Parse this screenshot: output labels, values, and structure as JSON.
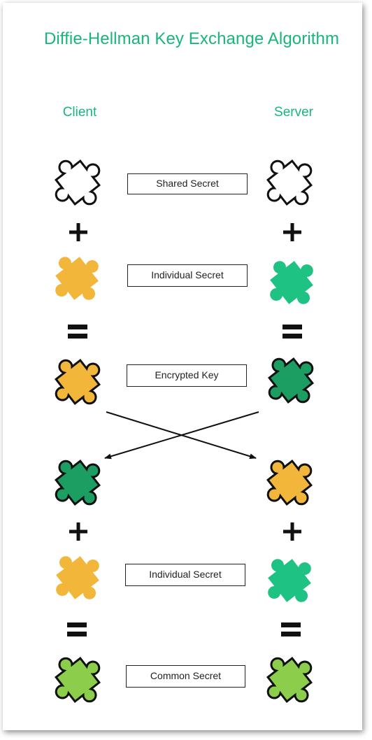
{
  "title": "Diffie-Hellman Key Exchange Algorithm",
  "columns": {
    "client": "Client",
    "server": "Server"
  },
  "labels": {
    "shared_secret": "Shared Secret",
    "individual_secret_1": "Individual Secret",
    "encrypted_key": "Encrypted Key",
    "individual_secret_2": "Individual Secret",
    "common_secret": "Common Secret"
  },
  "colors": {
    "accent": "#19b57c",
    "white_piece": "#ffffff",
    "yellow_piece": "#f2b63a",
    "teal_piece": "#1ec383",
    "dark_green_piece": "#1c9e63",
    "light_green_piece": "#8ccd4c",
    "outline": "#111111"
  },
  "icons": [
    "puzzle-piece-icon",
    "plus-icon",
    "equals-icon",
    "arrow-icon"
  ]
}
